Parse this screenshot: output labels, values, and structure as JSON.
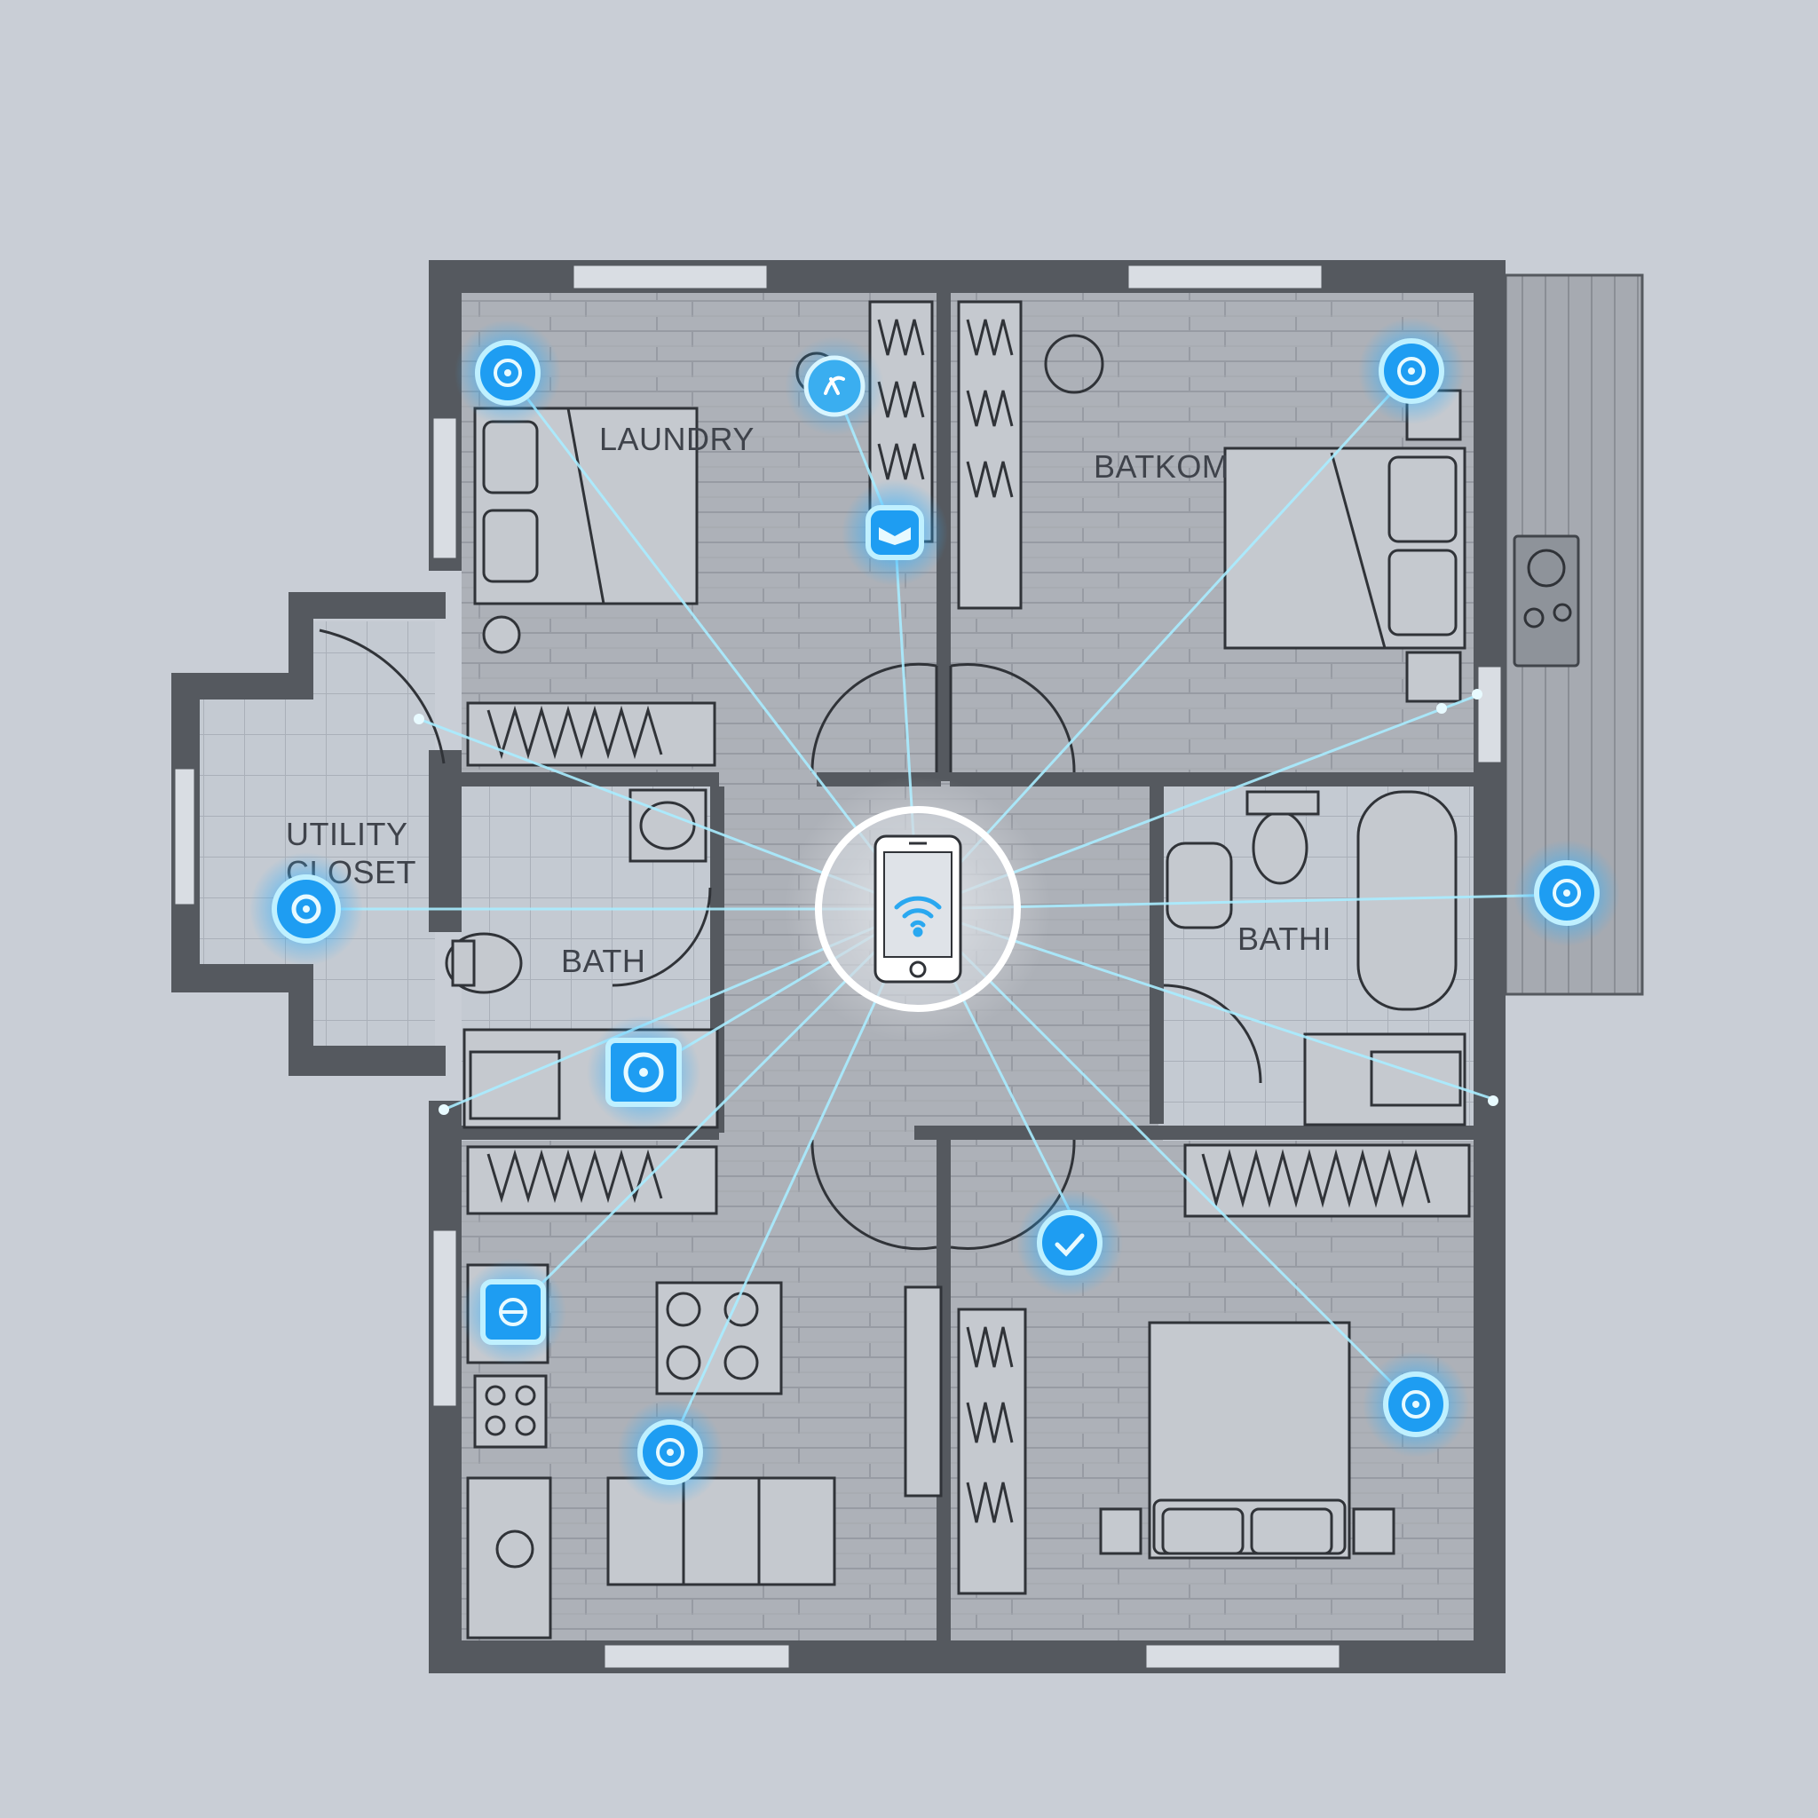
{
  "rooms": [
    {
      "id": "laundry",
      "label": "LAUNDRY"
    },
    {
      "id": "bedroom-ne",
      "label": "BATKOM"
    },
    {
      "id": "utility",
      "label_lines": [
        "UTILITY",
        "CLOSET"
      ]
    },
    {
      "id": "bath-w",
      "label": "BATH"
    },
    {
      "id": "bath-e",
      "label": "BATHI"
    }
  ],
  "hub": {
    "device": "smartphone",
    "icon": "wifi-icon",
    "role": "central hub"
  },
  "devices": [
    {
      "id": "d1",
      "room": "laundry",
      "icon": "smart-sensor-icon"
    },
    {
      "id": "d2",
      "room": "laundry",
      "icon": "smart-plug-icon"
    },
    {
      "id": "d3",
      "room": "laundry",
      "icon": "camera-icon"
    },
    {
      "id": "d4",
      "room": "bedroom-ne",
      "icon": "smart-sensor-icon"
    },
    {
      "id": "d5",
      "room": "utility",
      "icon": "smart-sensor-icon"
    },
    {
      "id": "d6",
      "room": "bath-w",
      "icon": "smart-sensor-icon"
    },
    {
      "id": "d7",
      "room": "kitchen",
      "icon": "smart-plug-icon"
    },
    {
      "id": "d8",
      "room": "kitchen",
      "icon": "smart-sensor-icon"
    },
    {
      "id": "d9",
      "room": "bedroom-se",
      "icon": "check-icon"
    },
    {
      "id": "d10",
      "room": "bedroom-se",
      "icon": "smart-sensor-icon"
    },
    {
      "id": "d11",
      "room": "balcony",
      "icon": "smart-sensor-icon"
    }
  ],
  "colors": {
    "background": "#c9ced6",
    "wall": "#55595f",
    "floor": "#adb1b8",
    "tile": "#c4cad2",
    "line": "#303338",
    "connection": "#9fe8ff",
    "device_glow": "#1aa3ff"
  }
}
